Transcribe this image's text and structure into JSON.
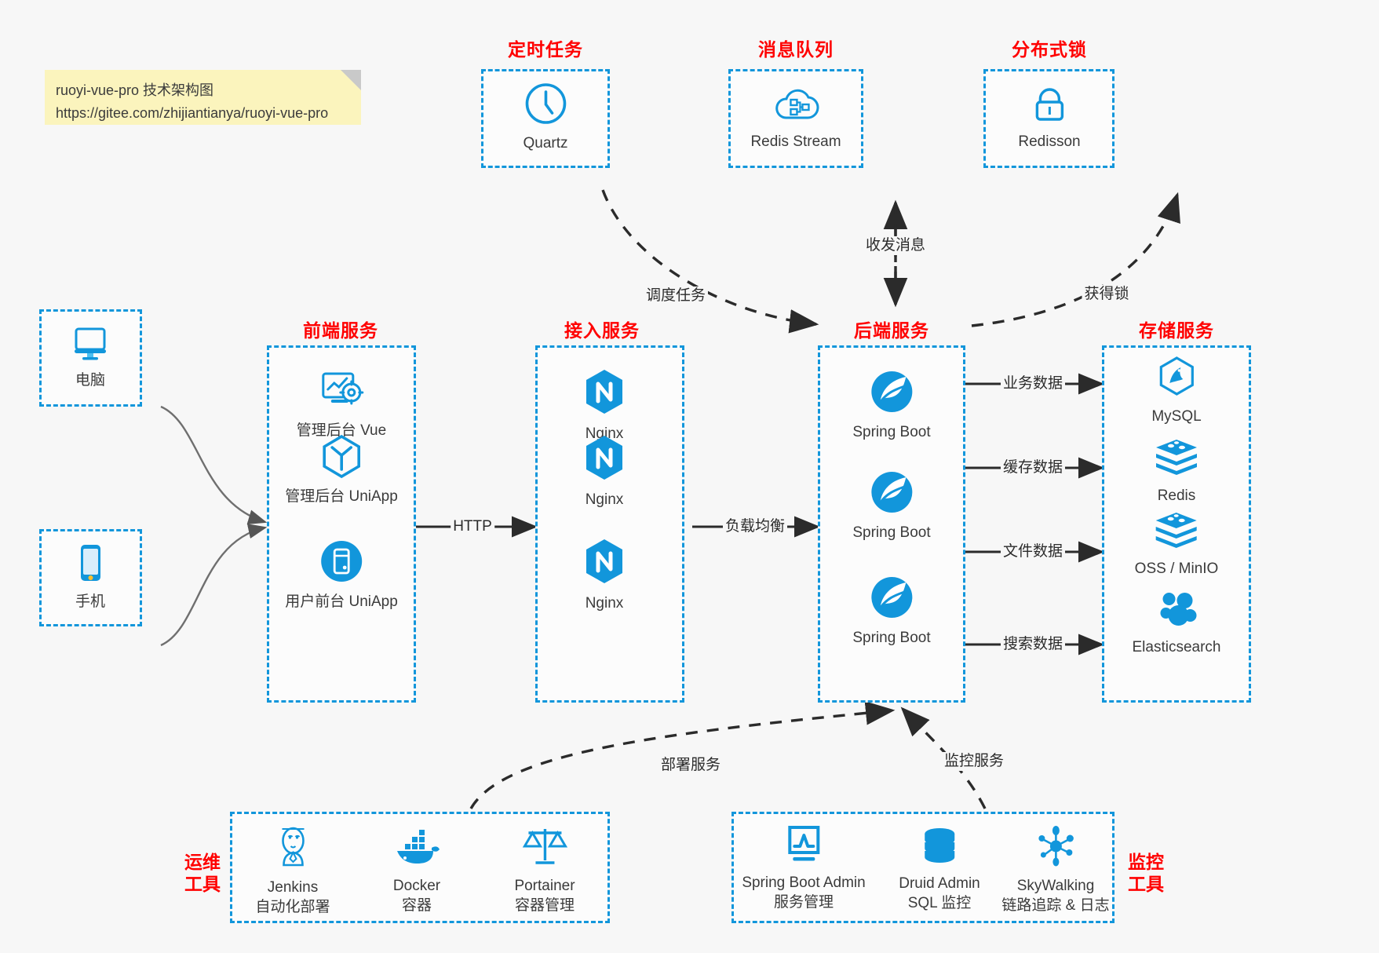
{
  "note": {
    "line1": "ruoyi-vue-pro 技术架构图",
    "line2": "https://gitee.com/zhijiantianya/ruoyi-vue-pro"
  },
  "colors": {
    "accent": "#1296db",
    "title": "#ff0000",
    "text": "#3b3b3b",
    "wire": "#2b2b2b",
    "background": "#f7f7f7",
    "note_bg": "#fbf4bd"
  },
  "groups": {
    "scheduler": {
      "title": "定时任务",
      "nodes": [
        {
          "label": "Quartz",
          "icon": "clock-icon"
        }
      ]
    },
    "mq": {
      "title": "消息队列",
      "nodes": [
        {
          "label": "Redis Stream",
          "icon": "cloud-stream-icon"
        }
      ]
    },
    "lock": {
      "title": "分布式锁",
      "nodes": [
        {
          "label": "Redisson",
          "icon": "lock-icon"
        }
      ]
    },
    "clients": {
      "nodes": [
        {
          "label": "电脑",
          "icon": "desktop-icon"
        },
        {
          "label": "手机",
          "icon": "mobile-icon"
        }
      ]
    },
    "frontend": {
      "title": "前端服务",
      "nodes": [
        {
          "label": "管理后台 Vue",
          "icon": "dashboard-gear-icon"
        },
        {
          "label": "管理后台 UniApp",
          "icon": "hexagon-cube-icon"
        },
        {
          "label": "用户前台 UniApp",
          "icon": "app-circle-icon"
        }
      ]
    },
    "gateway": {
      "title": "接入服务",
      "nodes": [
        {
          "label": "Nginx",
          "icon": "nginx-icon"
        },
        {
          "label": "Nginx",
          "icon": "nginx-icon"
        },
        {
          "label": "Nginx",
          "icon": "nginx-icon"
        }
      ]
    },
    "backend": {
      "title": "后端服务",
      "nodes": [
        {
          "label": "Spring Boot",
          "icon": "spring-icon"
        },
        {
          "label": "Spring Boot",
          "icon": "spring-icon"
        },
        {
          "label": "Spring Boot",
          "icon": "spring-icon"
        }
      ]
    },
    "storage": {
      "title": "存储服务",
      "nodes": [
        {
          "label": "MySQL",
          "icon": "mysql-icon"
        },
        {
          "label": "Redis",
          "icon": "redis-icon"
        },
        {
          "label": "OSS / MinIO",
          "icon": "oss-icon"
        },
        {
          "label": "Elasticsearch",
          "icon": "elasticsearch-icon"
        }
      ]
    },
    "devops": {
      "title_line1": "运维",
      "title_line2": "工具",
      "nodes": [
        {
          "label": "Jenkins",
          "sub": "自动化部署",
          "icon": "jenkins-icon"
        },
        {
          "label": "Docker",
          "sub": "容器",
          "icon": "docker-icon"
        },
        {
          "label": "Portainer",
          "sub": "容器管理",
          "icon": "scales-icon"
        }
      ]
    },
    "monitor": {
      "title_line1": "监控",
      "title_line2": "工具",
      "nodes": [
        {
          "label": "Spring Boot Admin",
          "sub": "服务管理",
          "icon": "monitor-chart-icon"
        },
        {
          "label": "Druid Admin",
          "sub": "SQL 监控",
          "icon": "database-icon"
        },
        {
          "label": "SkyWalking",
          "sub": "链路追踪 & 日志",
          "icon": "skywalking-icon"
        }
      ]
    }
  },
  "edges": [
    {
      "id": "http",
      "label": "HTTP"
    },
    {
      "id": "load-balance",
      "label": "负载均衡"
    },
    {
      "id": "schedule-task",
      "label": "调度任务"
    },
    {
      "id": "send-receive-message",
      "label": "收发消息"
    },
    {
      "id": "acquire-lock",
      "label": "获得锁"
    },
    {
      "id": "business-data",
      "label": "业务数据"
    },
    {
      "id": "cache-data",
      "label": "缓存数据"
    },
    {
      "id": "file-data",
      "label": "文件数据"
    },
    {
      "id": "search-data",
      "label": "搜索数据"
    },
    {
      "id": "deploy-service",
      "label": "部署服务"
    },
    {
      "id": "monitor-service",
      "label": "监控服务"
    }
  ]
}
